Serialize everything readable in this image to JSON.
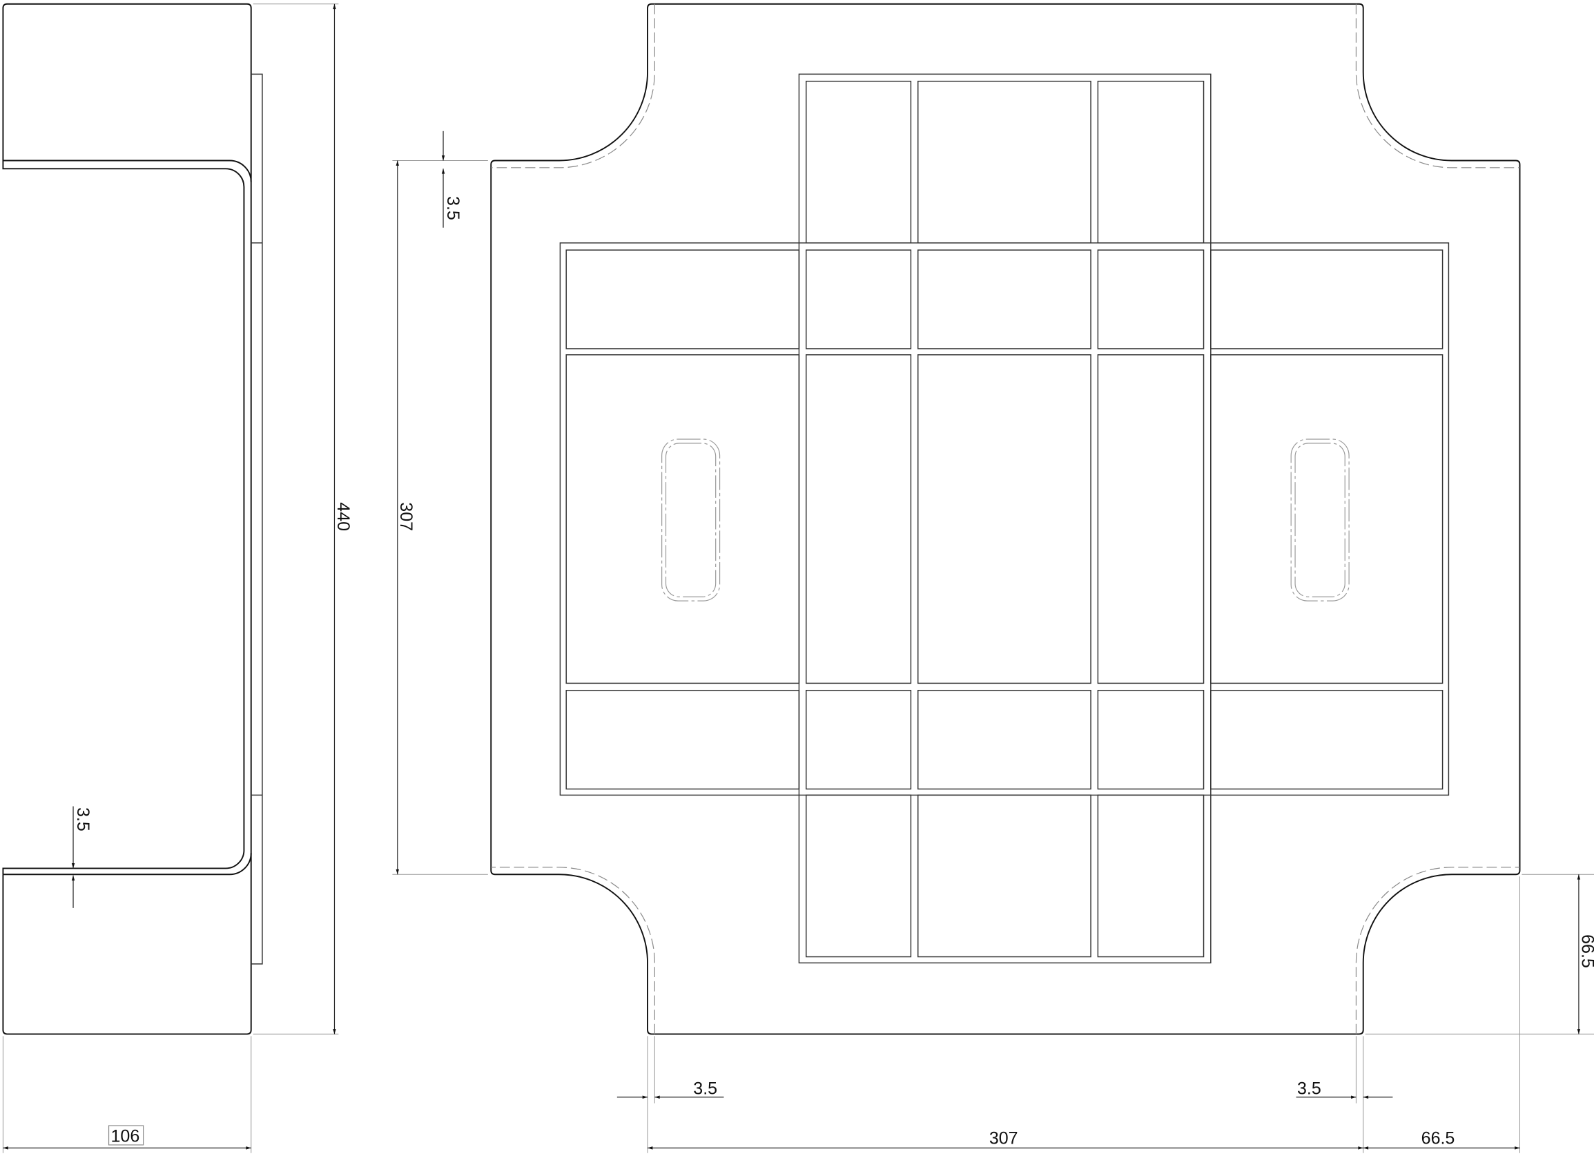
{
  "drawing": {
    "side_view": {
      "height_label": "440",
      "width_label": "106",
      "flange_thickness_label": "3.5"
    },
    "plan_view": {
      "height_label": "307",
      "top_thickness_label": "3.5",
      "corner_height_label": "66.5",
      "width_label": "307",
      "corner_width_label": "66.5",
      "left_offset_label": "3.5",
      "right_offset_label": "3.5"
    }
  }
}
